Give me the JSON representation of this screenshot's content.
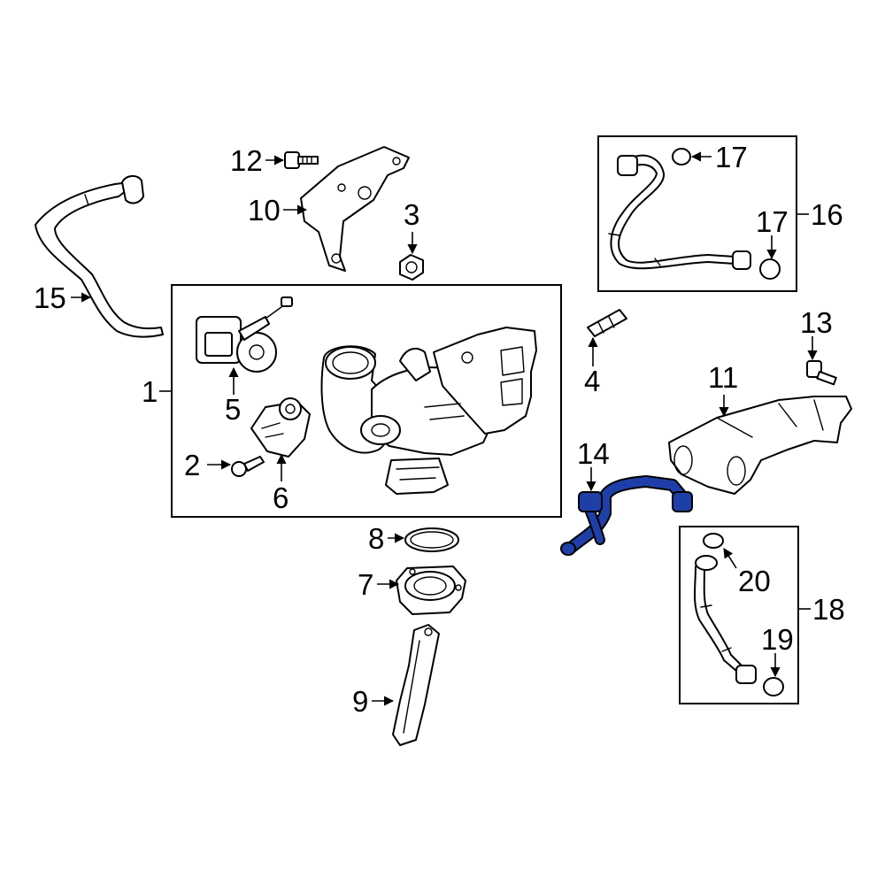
{
  "colors": {
    "background": "#ffffff",
    "line": "#000000",
    "highlight": "#1f3fa8"
  },
  "highlighted_part": "14",
  "callouts": [
    {
      "id": "c1",
      "text": "1"
    },
    {
      "id": "c2",
      "text": "2"
    },
    {
      "id": "c3",
      "text": "3"
    },
    {
      "id": "c4",
      "text": "4"
    },
    {
      "id": "c5",
      "text": "5"
    },
    {
      "id": "c6",
      "text": "6"
    },
    {
      "id": "c7",
      "text": "7"
    },
    {
      "id": "c8",
      "text": "8"
    },
    {
      "id": "c9",
      "text": "9"
    },
    {
      "id": "c10",
      "text": "10"
    },
    {
      "id": "c11",
      "text": "11"
    },
    {
      "id": "c12",
      "text": "12"
    },
    {
      "id": "c13",
      "text": "13"
    },
    {
      "id": "c14",
      "text": "14"
    },
    {
      "id": "c15",
      "text": "15"
    },
    {
      "id": "c16",
      "text": "16"
    },
    {
      "id": "c17a",
      "text": "17"
    },
    {
      "id": "c17b",
      "text": "17"
    },
    {
      "id": "c18",
      "text": "18"
    },
    {
      "id": "c19",
      "text": "19"
    },
    {
      "id": "c20",
      "text": "20"
    }
  ]
}
